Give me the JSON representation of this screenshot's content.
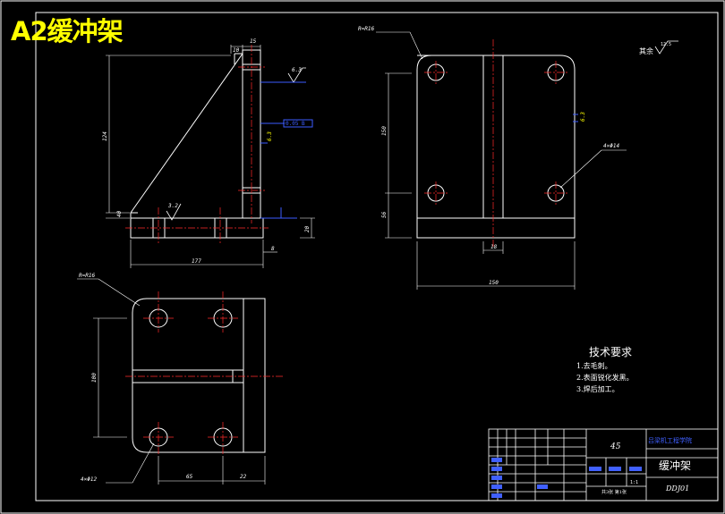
{
  "drawing_title": "A2缓冲架",
  "technical_requirements": {
    "heading": "技术要求",
    "items": [
      "1.去毛刺。",
      "2.表面锐化发黑。",
      "3.焊后加工。"
    ]
  },
  "title_block": {
    "material": "45",
    "institution": "吕梁机工程学院",
    "part_name": "缓冲架",
    "drawing_number": "DDJ01",
    "scale": "1:1",
    "sheet_info": "共3张 第1张"
  },
  "annotations": {
    "surface_rest": "其余",
    "roughness_rest": "12.5",
    "roughness_a": "6.3",
    "roughness_b": "6.3",
    "roughness_c": "3.2",
    "roughness_d": "6.3",
    "radius_front": "R=R16",
    "radius_top": "R=R16",
    "holes_side": "4×Φ14",
    "holes_top": "4×Φ12",
    "tolerance_box": "0.05 B"
  },
  "dimensions": {
    "front_height": "124",
    "front_rib": "10",
    "front_top": "15",
    "front_base_h": "20",
    "front_base_len": "177",
    "front_base_offset": "8",
    "front_small": "40",
    "side_height": "150",
    "side_lower": "56",
    "side_slot": "18",
    "side_width": "150",
    "top_height": "100",
    "top_left": "65",
    "top_right": "22"
  },
  "colors": {
    "line": "#ffffff",
    "center": "#ff2a2a",
    "dim": "#ffff00",
    "blue": "#3c5cff",
    "title": "#ffff00",
    "tb_blue": "#4060ff"
  }
}
